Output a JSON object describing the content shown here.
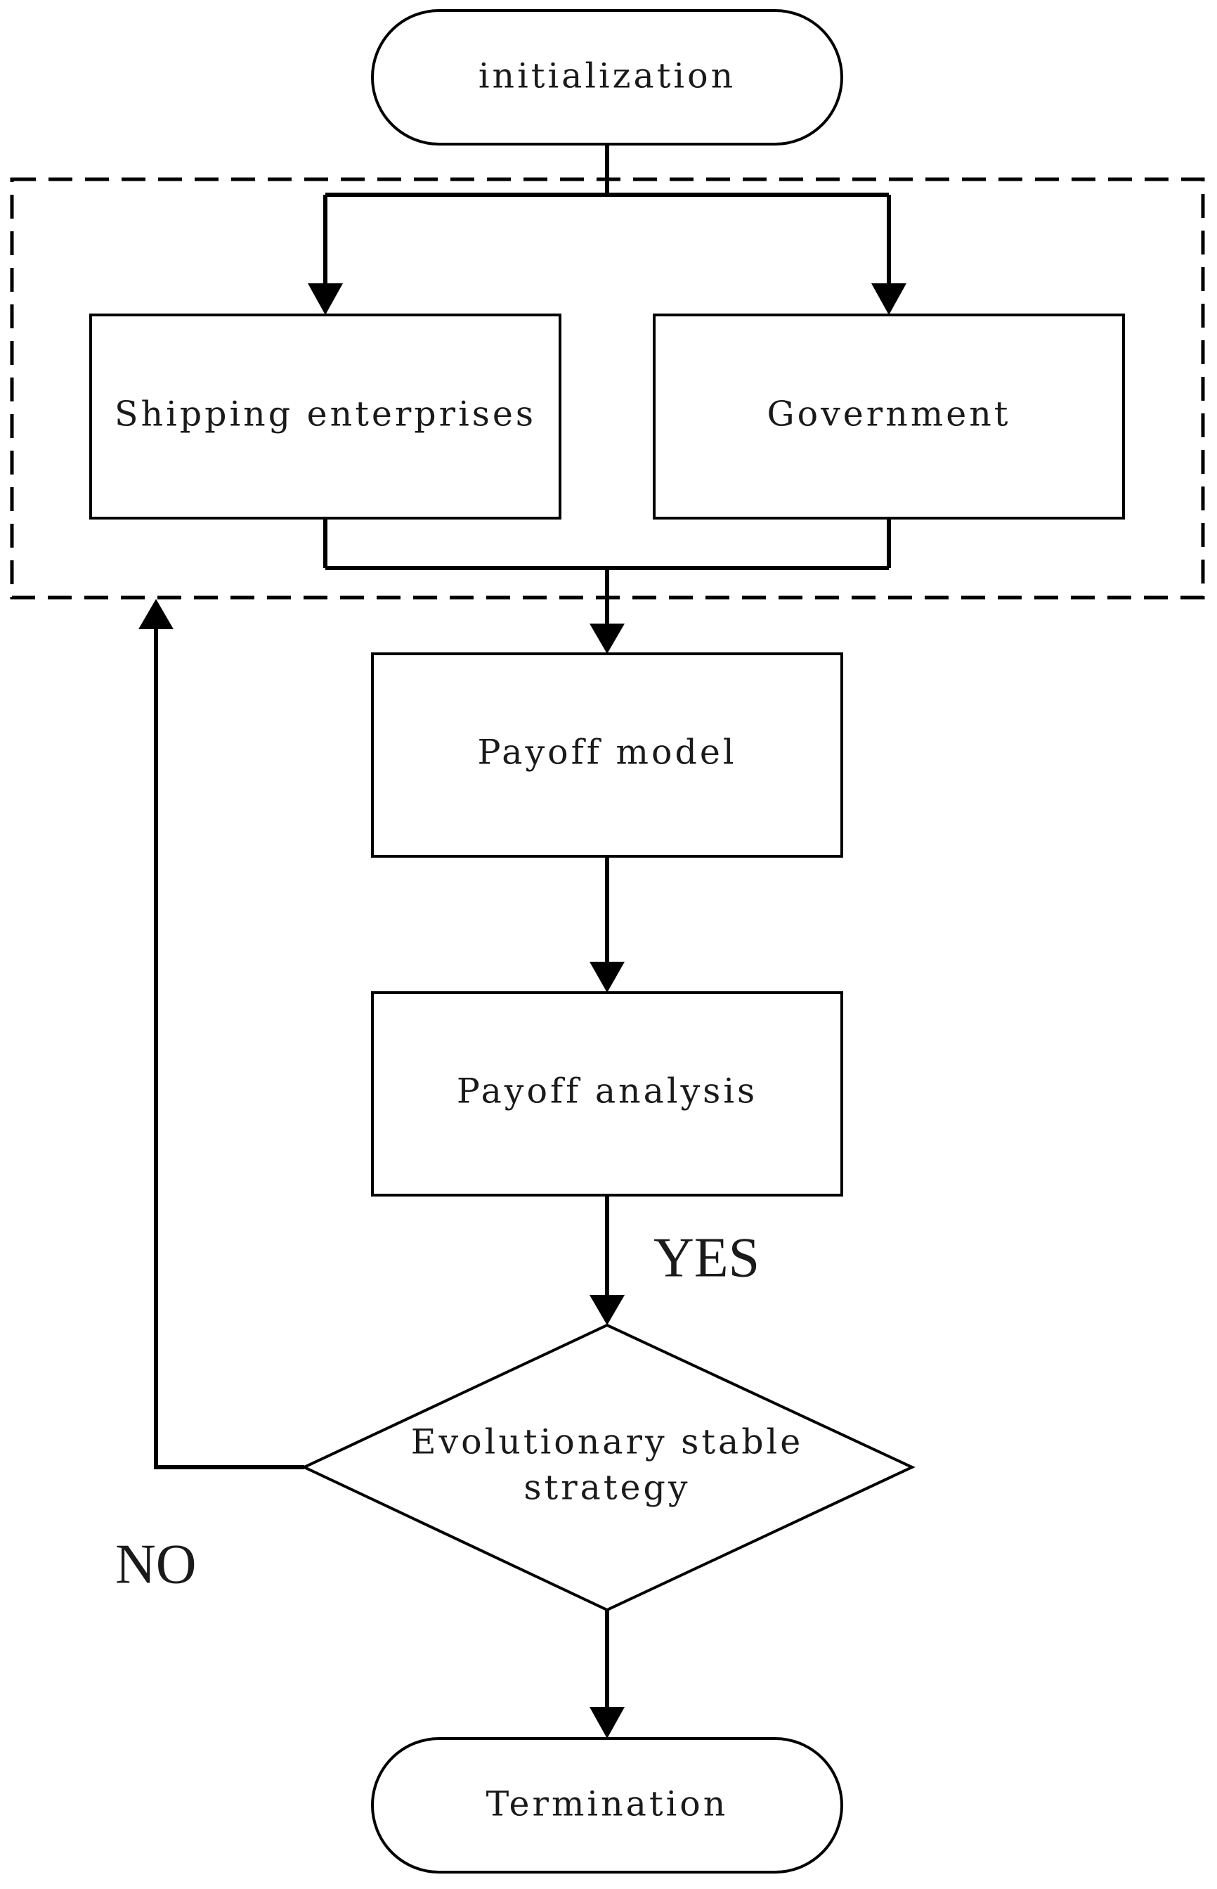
{
  "nodes": {
    "start": "initialization",
    "shipping": "Shipping enterprises",
    "government": "Government",
    "payoff_model": "Payoff model",
    "payoff_analysis": "Payoff analysis",
    "decision_line1": "Evolutionary stable",
    "decision_line2": "strategy",
    "end": "Termination"
  },
  "edges": {
    "yes": "YES",
    "no": "NO"
  },
  "colors": {
    "stroke": "#000000",
    "fill": "#ffffff"
  }
}
